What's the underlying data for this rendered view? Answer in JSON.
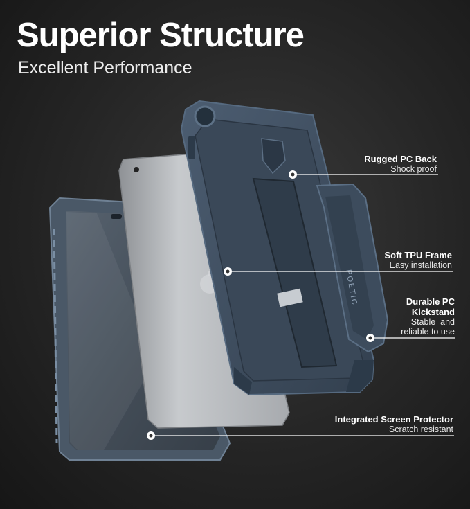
{
  "header": {
    "title": "Superior Structure",
    "subtitle": "Excellent Performance"
  },
  "case": {
    "logo_text": "POETIC"
  },
  "callouts": {
    "rugged_back": {
      "title": "Rugged PC Back",
      "subtitle": "Shock proof"
    },
    "tpu_frame": {
      "title": "Soft TPU Frame",
      "subtitle": "Easy installation"
    },
    "kickstand": {
      "title_line1": "Durable PC",
      "title_line2": "Kickstand",
      "subtitle_line1": "Stable  and",
      "subtitle_line2": "reliable to use"
    },
    "screen_protector": {
      "title": "Integrated Screen Protector",
      "subtitle": "Scratch resistant"
    }
  },
  "colors": {
    "background": "#2a2a2a",
    "case_navy": "#3e4e60",
    "case_navy_dark": "#2c3a49",
    "tablet_silver": "#b9bcbf",
    "line": "#ffffff"
  }
}
